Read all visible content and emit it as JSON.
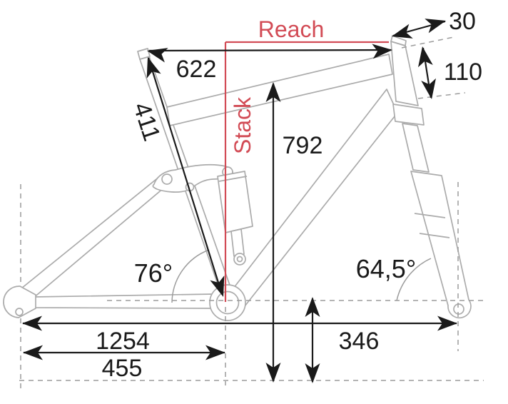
{
  "diagram": {
    "colors": {
      "accent_red": "#d24b55",
      "frame_gray": "#ababab",
      "guide_gray": "#9c9c9c",
      "dimension_black": "#1a1a1a",
      "background": "#ffffff"
    },
    "labels": {
      "reach": "Reach",
      "stack": "Stack",
      "top_tube_horizontal": "622",
      "seat_tube": "411",
      "fork_offset": "30",
      "head_tube": "110",
      "front_height": "792",
      "seat_tube_angle": "76°",
      "head_tube_angle": "64,5°",
      "wheelbase": "1254",
      "chainstay": "455",
      "axle_drop_height": "346"
    }
  }
}
